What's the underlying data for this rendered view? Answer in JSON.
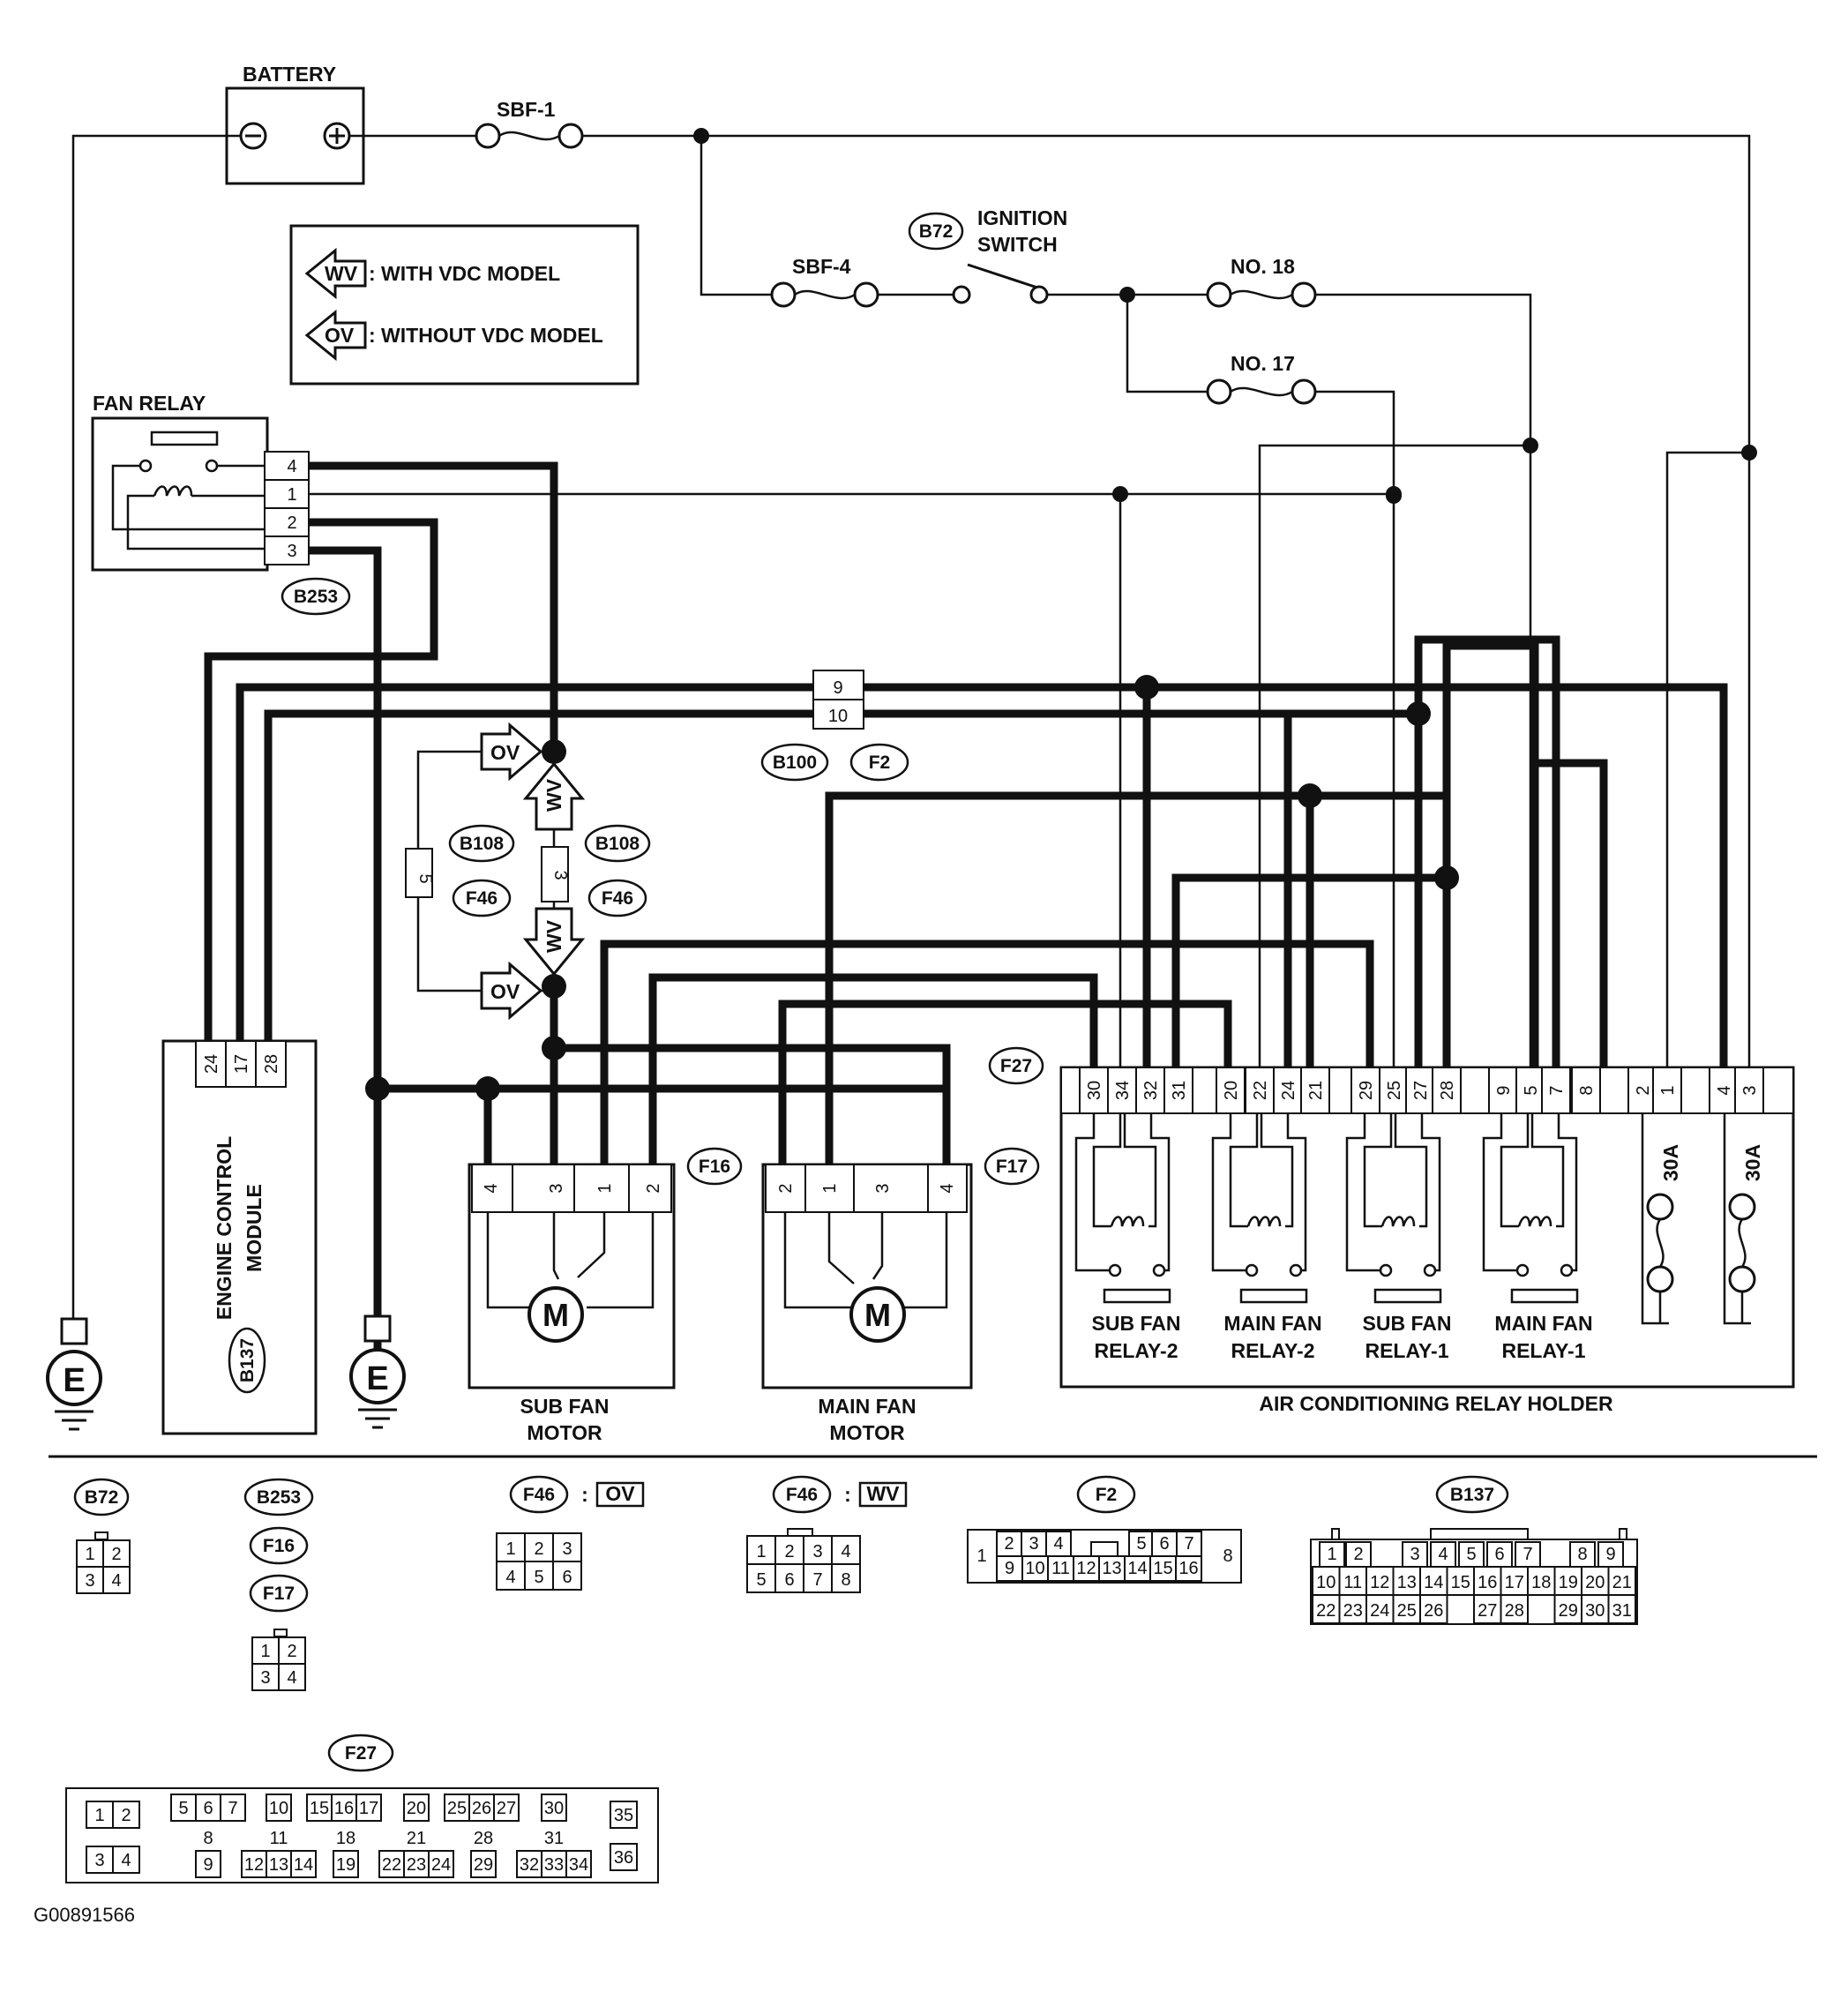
{
  "diagram": {
    "figure_id": "G00891566",
    "labels": {
      "battery": "BATTERY",
      "sbf1": "SBF-1",
      "sbf4": "SBF-4",
      "ignition_switch_1": "IGNITION",
      "ignition_switch_2": "SWITCH",
      "no18": "NO. 18",
      "no17": "NO. 17",
      "fan_relay": "FAN RELAY",
      "ecm_1": "ENGINE CONTROL",
      "ecm_2": "MODULE",
      "sub_fan_motor_1": "SUB FAN",
      "sub_fan_motor_2": "MOTOR",
      "main_fan_motor_1": "MAIN FAN",
      "main_fan_motor_2": "MOTOR",
      "ac_relay_holder": "AIR CONDITIONING RELAY HOLDER",
      "sub_fan_relay_2_a": "SUB FAN",
      "sub_fan_relay_2_b": "RELAY-2",
      "main_fan_relay_2_a": "MAIN FAN",
      "main_fan_relay_2_b": "RELAY-2",
      "sub_fan_relay_1_a": "SUB FAN",
      "sub_fan_relay_1_b": "RELAY-1",
      "main_fan_relay_1_a": "MAIN FAN",
      "main_fan_relay_1_b": "RELAY-1",
      "fuse_30a": "30A",
      "ground": "E",
      "motor": "M",
      "minus": "−",
      "plus": "+"
    },
    "legend": {
      "wv_tag": "WV",
      "wv_text": ": WITH VDC MODEL",
      "ov_tag": "OV",
      "ov_text": ": WITHOUT VDC MODEL"
    },
    "connectors": {
      "b72": "B72",
      "b253": "B253",
      "b100": "B100",
      "f2": "F2",
      "b108": "B108",
      "f46": "F46",
      "f27": "F27",
      "f16": "F16",
      "f17": "F17",
      "b137": "B137"
    },
    "pins": {
      "fan_relay": [
        "4",
        "1",
        "2",
        "3"
      ],
      "b100": [
        "9",
        "10"
      ],
      "b108_ov": "5",
      "b108_wv": "3",
      "ecm": [
        "24",
        "17",
        "28"
      ],
      "f16": [
        "4",
        "3",
        "1",
        "2"
      ],
      "f17": [
        "2",
        "1",
        "3",
        "4"
      ],
      "f27": [
        "30",
        "34",
        "32",
        "31",
        "20",
        "22",
        "24",
        "21",
        "29",
        "25",
        "27",
        "28",
        "9",
        "5",
        "7",
        "8",
        "2",
        "1",
        "4",
        "3"
      ]
    },
    "faces": {
      "b72": [
        "1",
        "2",
        "3",
        "4"
      ],
      "b253_group": [
        "1",
        "2",
        "3",
        "4"
      ],
      "f46_ov_title": "F46",
      "f46_ov_tag": "OV",
      "f46_ov": [
        "1",
        "2",
        "3",
        "4",
        "5",
        "6"
      ],
      "f46_wv_title": "F46",
      "f46_wv_tag": "WV",
      "f46_wv": [
        "1",
        "2",
        "3",
        "4",
        "5",
        "6",
        "7",
        "8"
      ],
      "f2_title": "F2",
      "f2": {
        "left": "1",
        "top": [
          "2",
          "3",
          "4",
          "5",
          "6",
          "7"
        ],
        "bottom": [
          "9",
          "10",
          "11",
          "12",
          "13",
          "14",
          "15",
          "16"
        ],
        "right": "8"
      },
      "b137_title": "B137",
      "b137": {
        "row1": [
          "1",
          "2",
          "3",
          "4",
          "5",
          "6",
          "7",
          "8",
          "9"
        ],
        "row2": [
          "10",
          "11",
          "12",
          "13",
          "14",
          "15",
          "16",
          "17",
          "18",
          "19",
          "20",
          "21"
        ],
        "row3": [
          "22",
          "23",
          "24",
          "25",
          "26",
          "27",
          "28",
          "29",
          "30",
          "31"
        ]
      },
      "f27_title": "F27",
      "f27": {
        "block_a": [
          "1",
          "2",
          "3",
          "4"
        ],
        "block_b_top": [
          "5",
          "6",
          "7"
        ],
        "block_b_mid": "8",
        "block_b_bot": "9",
        "block_c_top": [
          "10"
        ],
        "block_c_mid": "11",
        "block_c_bot": [
          "12",
          "13",
          "14"
        ],
        "block_d_top": [
          "15",
          "16",
          "17"
        ],
        "block_d_mid": "18",
        "block_d_bot": "19",
        "block_e_top": [
          "20"
        ],
        "block_e_mid": "21",
        "block_e_bot": [
          "22",
          "23",
          "24"
        ],
        "block_f_top": [
          "25",
          "26",
          "27"
        ],
        "block_f_mid": "28",
        "block_f_bot": "29",
        "block_g_top": [
          "30"
        ],
        "block_g_mid": "31",
        "block_g_bot": [
          "32",
          "33",
          "34"
        ],
        "block_h": [
          "35",
          "36"
        ]
      }
    }
  }
}
